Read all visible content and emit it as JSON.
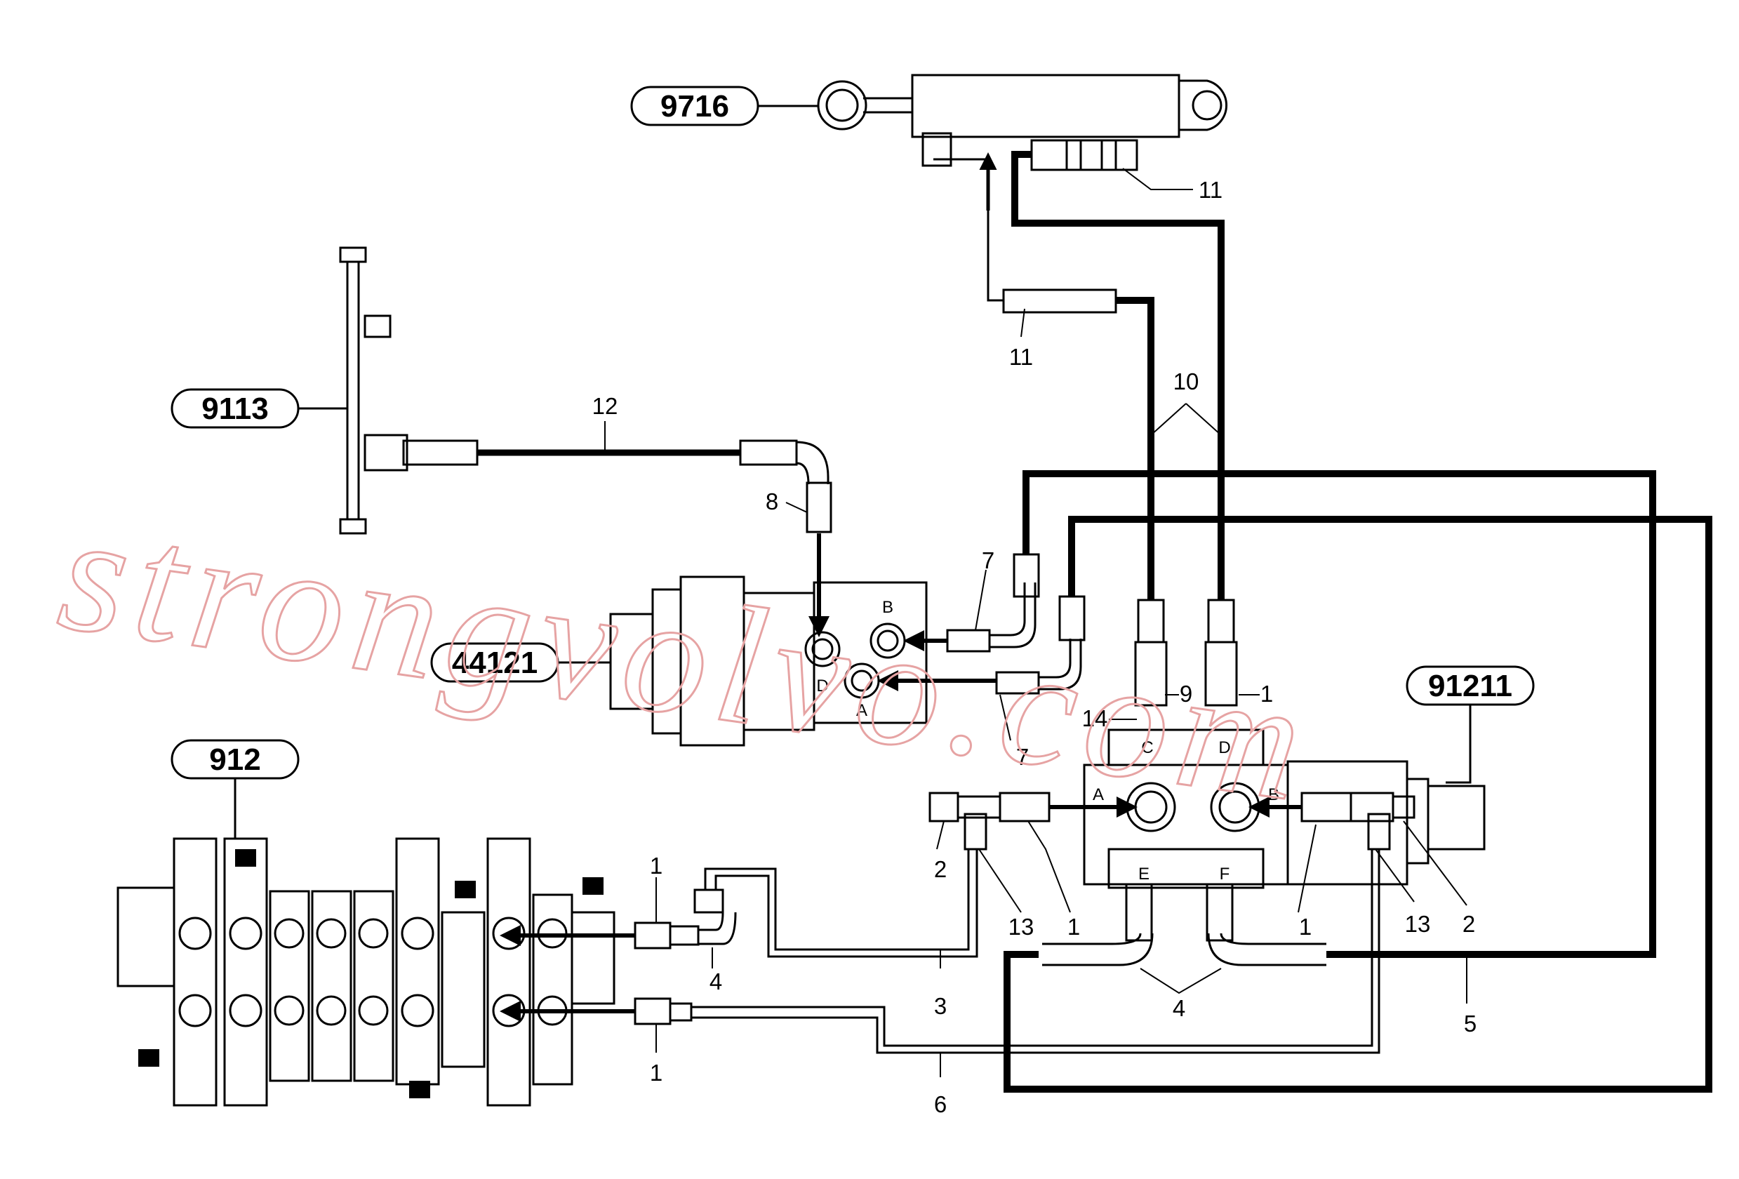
{
  "watermark": "strongvolvo.com",
  "part_labels": {
    "cylinder": "9716",
    "tee_block": "9113",
    "motor": "44121",
    "control_valve": "912",
    "valve_block": "91211"
  },
  "callouts": {
    "c11_top": "11",
    "c11_mid": "11",
    "c12": "12",
    "c10": "10",
    "c8": "8",
    "c7_top": "7",
    "c7_bot": "7",
    "c9": "9",
    "c1_right": "1",
    "c14": "14",
    "c2_left": "2",
    "c13_left": "13",
    "c1_midl": "1",
    "c1_midr": "1",
    "c13_right": "13",
    "c2_right": "2",
    "c1_valve_top": "1",
    "c4_left": "4",
    "c3": "3",
    "c4_center": "4",
    "c5": "5",
    "c1_valve_bot": "1",
    "c6": "6"
  },
  "ports": {
    "motor_b": "B",
    "motor_d": "D",
    "motor_a": "A",
    "valve_c": "C",
    "valve_d": "D",
    "valve_a": "A",
    "valve_b": "B",
    "valve_e": "E",
    "valve_f": "F"
  }
}
